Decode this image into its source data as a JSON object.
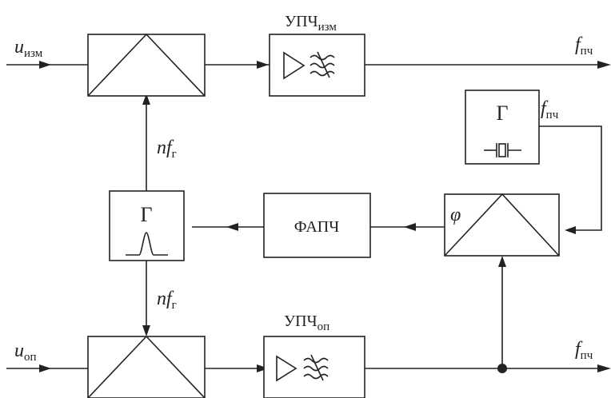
{
  "labels": {
    "input_meas": {
      "main": "u",
      "sub": "изм"
    },
    "input_ref": {
      "main": "u",
      "sub": "оп"
    },
    "output_meas": {
      "main": "f",
      "sub": "пч"
    },
    "output_ref": {
      "main": "f",
      "sub": "пч"
    },
    "osc_output": {
      "main": "f",
      "sub": "пч"
    },
    "harmonic_upper": {
      "main": "nf",
      "sub": "г"
    },
    "harmonic_lower": {
      "main": "nf",
      "sub": "г"
    },
    "ifa_meas": {
      "main": "УПЧ",
      "sub": "изм"
    },
    "ifa_ref": {
      "main": "УПЧ",
      "sub": "оп"
    },
    "pll_block": "ФАПЧ",
    "harmonic_gen": "Г",
    "crystal_osc": "Г",
    "phase_detector": "φ"
  }
}
